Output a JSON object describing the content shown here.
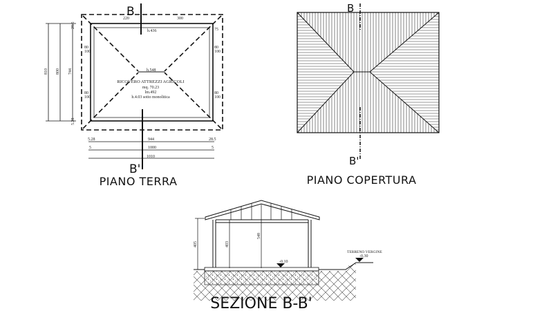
{
  "ground_floor": {
    "title": "PIANO TERRA",
    "section_mark_top": "B",
    "section_mark_bottom": "B'",
    "room_name": "RICOVERO ATTREZZI AGRICOLI",
    "room_area": "mq. 70.23",
    "room_perimeter": "lm.492",
    "room_height": "h.4.03 sotto monolitica",
    "ridge_height": "h.548",
    "eave_height": "h.436",
    "dims_vertical": [
      "810",
      "800",
      "744"
    ],
    "dims_horizontal": [
      "944",
      "1000",
      "1010"
    ],
    "dim_small_left": "5.28",
    "dim_small_right": "28.5",
    "dim_small_5": "5",
    "window_dims": [
      "80",
      "100"
    ],
    "top_window_dims": [
      "220",
      "300"
    ],
    "overhang": "75"
  },
  "roof_plan": {
    "title": "PIANO COPERTURA",
    "section_mark_top": "B",
    "section_mark_bottom": "B'"
  },
  "section": {
    "title": "SEZIONE B-B'",
    "dim_outer": "405",
    "dim_inner": "403",
    "dim_ridge": "548",
    "floor_level": "-0.10",
    "terrain_label": "TERRENO VERGINE",
    "terrain_level": "-0.30"
  }
}
